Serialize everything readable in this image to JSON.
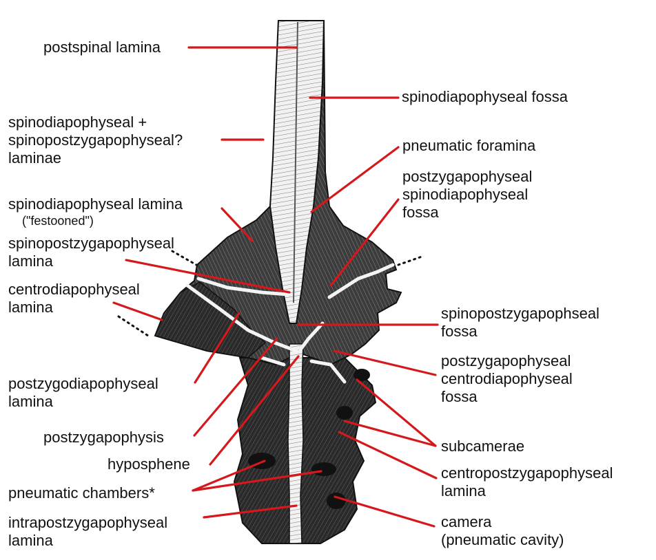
{
  "leader_color": "#d4181b",
  "labels": {
    "postspinal_lamina": [
      "postspinal lamina"
    ],
    "spinodiapophyseal_fossa": [
      "spinodiapophyseal fossa"
    ],
    "spdl_spol_laminae": [
      "spinodiapophyseal +",
      "spinopostzygapophyseal?",
      "laminae"
    ],
    "pneumatic_foramina": [
      "pneumatic foramina"
    ],
    "podl_spdl_fossa": [
      "postzygapophyseal",
      "spinodiapophyseal",
      "fossa"
    ],
    "spdl_festooned": [
      "spinodiapophyseal lamina"
    ],
    "festooned_note": "(\"festooned\")",
    "spol": [
      "spinopostzygapophyseal",
      "lamina"
    ],
    "cdl": [
      "centrodiapophyseal",
      "lamina"
    ],
    "spol_fossa": [
      "spinopostzygapophseal",
      "fossa"
    ],
    "pocdf": [
      "postzygapophyseal",
      "centrodiapophyseal",
      "fossa"
    ],
    "podl": [
      "postzygodiapophyseal",
      "lamina"
    ],
    "postzygapophysis": [
      "postzygapophysis"
    ],
    "subcamerae": [
      "subcamerae"
    ],
    "hyposphene": [
      "hyposphene"
    ],
    "cpol": [
      "centropostzygapophyseal",
      "lamina"
    ],
    "pneumatic_chambers": [
      "pneumatic chambers*"
    ],
    "tpol": [
      "intrapostzygapophyseal",
      "lamina"
    ],
    "camera": [
      "camera",
      "(pneumatic cavity)"
    ]
  }
}
